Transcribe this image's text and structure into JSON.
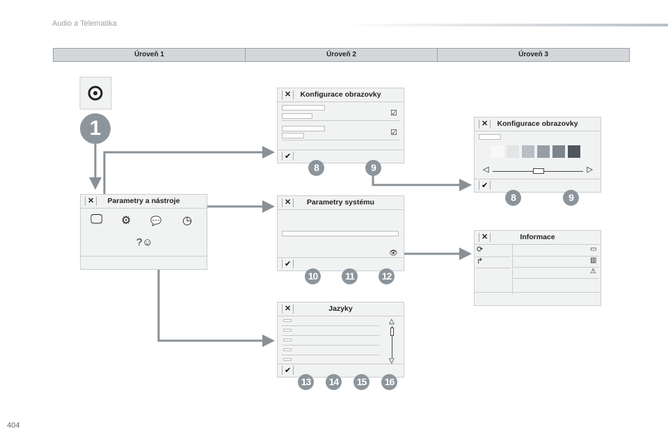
{
  "header": {
    "section": "Audio a Telematika",
    "page_number": "404"
  },
  "levels": [
    "Úroveň 1",
    "Úroveň 2",
    "Úroveň 3"
  ],
  "step_badge": "1",
  "panels": {
    "tools": {
      "title": "Parametry a nástroje",
      "close": "✕"
    },
    "display1": {
      "title": "Konfigurace obrazovky",
      "close": "✕",
      "ok": "✔",
      "badges": [
        "8",
        "9"
      ]
    },
    "display2": {
      "title": "Konfigurace obrazovky",
      "close": "✕",
      "ok": "✔",
      "badges": [
        "8",
        "9"
      ]
    },
    "system": {
      "title": "Parametry systému",
      "close": "✕",
      "ok": "✔",
      "badges": [
        "10",
        "11",
        "12"
      ]
    },
    "info": {
      "title": "Informace",
      "close": "✕"
    },
    "languages": {
      "title": "Jazyky",
      "close": "✕",
      "ok": "✔",
      "badges": [
        "13",
        "14",
        "15",
        "16"
      ]
    }
  },
  "colors": {
    "connector": "#8a9096",
    "badge": "#8c959c"
  }
}
